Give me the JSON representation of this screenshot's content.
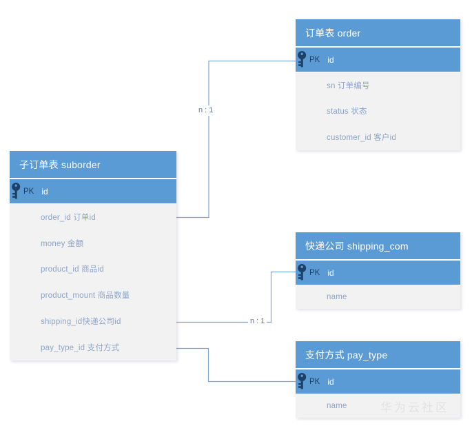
{
  "diagram": {
    "type": "entity-relationship",
    "watermark": "华为云社区",
    "colors": {
      "header_blue": "#5b9bd5",
      "body_gray": "#f2f2f2",
      "pk_icon_navy": "#1d4066",
      "field_text": "#8ea4c8",
      "connector_line": "#7aa7d8",
      "header_text": "#ffffff"
    }
  },
  "tables": {
    "order": {
      "title": "订单表 order",
      "pk": {
        "tag": "PK",
        "field": "id"
      },
      "fields": [
        "sn 订单编号",
        "status 状态",
        "customer_id 客户id"
      ]
    },
    "suborder": {
      "title": "子订单表 suborder",
      "pk": {
        "tag": "PK",
        "field": "id"
      },
      "fields": [
        "order_id 订单id",
        "money 金额",
        "product_id 商品id",
        "product_mount 商品数量",
        "shipping_id快递公司id",
        "pay_type_id 支付方式"
      ]
    },
    "shipping_com": {
      "title": "快递公司 shipping_com",
      "pk": {
        "tag": "PK",
        "field": "id"
      },
      "fields": [
        "name"
      ]
    },
    "pay_type": {
      "title": "支付方式 pay_type",
      "pk": {
        "tag": "PK",
        "field": "id"
      },
      "fields": [
        "name"
      ]
    }
  },
  "connections": [
    {
      "from": "suborder.order_id",
      "to": "order.id",
      "label": "n : 1"
    },
    {
      "from": "suborder.shipping_id",
      "to": "shipping_com.id",
      "label": "n : 1"
    },
    {
      "from": "suborder.pay_type_id",
      "to": "pay_type.id",
      "label": ""
    }
  ]
}
